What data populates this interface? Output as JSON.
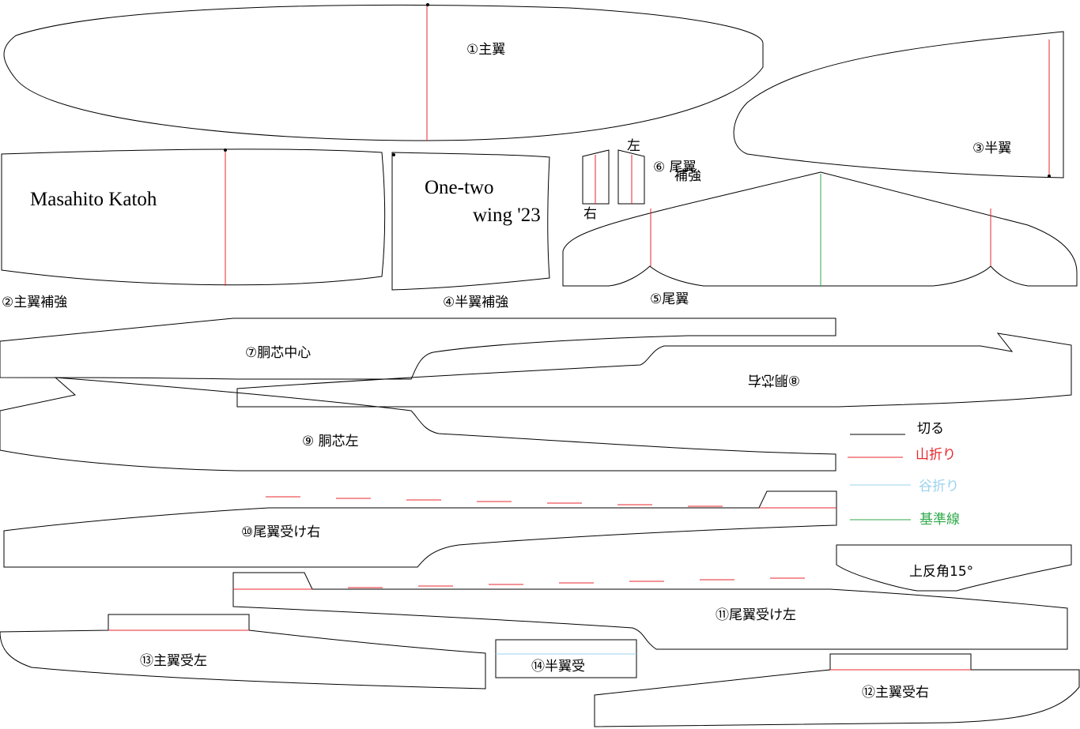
{
  "parts": {
    "p1": "①主翼",
    "p2": "②主翼補強",
    "p3": "③半翼",
    "p4": "④半翼補強",
    "p5": "⑤尾翼",
    "p6_line1": "⑥ 尾翼",
    "p6_line2": "補強",
    "p6_left": "左",
    "p6_right": "右",
    "p7": "⑦胴芯中心",
    "p8": "⑧胴芯右",
    "p9": "⑨ 胴芯左",
    "p10": "⑩尾翼受け右",
    "p11": "⑪尾翼受け左",
    "p12": "⑫主翼受右",
    "p13": "⑬主翼受左",
    "p14": "⑭半翼受",
    "dihedral": "上反角15°"
  },
  "signature": {
    "author": "Masahito Katoh",
    "title_line1": "One-two",
    "title_line2": "wing '23"
  },
  "legend": {
    "items": [
      {
        "label": "切る",
        "color": "#000000"
      },
      {
        "label": "山折り",
        "color": "#e8272c"
      },
      {
        "label": "谷折り",
        "color": "#9bd3ee"
      },
      {
        "label": "基準線",
        "color": "#2faa4a"
      }
    ]
  },
  "colors": {
    "cut": "#000000",
    "mountain_fold": "#e8272c",
    "valley_fold": "#9bd3ee",
    "reference": "#2faa4a"
  }
}
